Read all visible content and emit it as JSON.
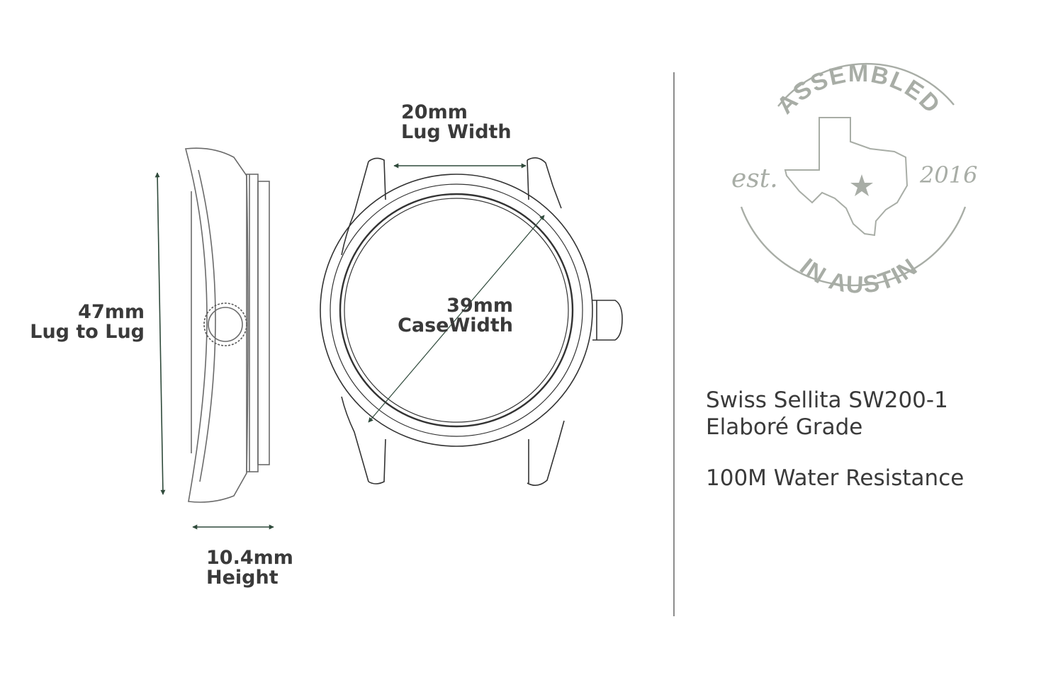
{
  "labels": {
    "lug_width": {
      "value": "20mm",
      "name": "Lug Width"
    },
    "lug_to_lug": {
      "value": "47mm",
      "name": "Lug to Lug"
    },
    "case_width": {
      "value": "39mm",
      "name": "CaseWidth"
    },
    "height": {
      "value": "10.4mm",
      "name": "Height"
    }
  },
  "specs": {
    "movement_line1": "Swiss Sellita SW200-1",
    "movement_line2": "Elaboré Grade",
    "water_resistance": "100M Water Resistance"
  },
  "badge": {
    "top": "ASSEMBLED",
    "bottom": "IN AUSTIN",
    "left": "est.",
    "right": "2016",
    "icon": "texas-star-icon"
  },
  "colors": {
    "arrow": "#2f4a3b",
    "outline": "#333333",
    "badge": "#a8ada6",
    "divider": "#6f6f6f"
  }
}
